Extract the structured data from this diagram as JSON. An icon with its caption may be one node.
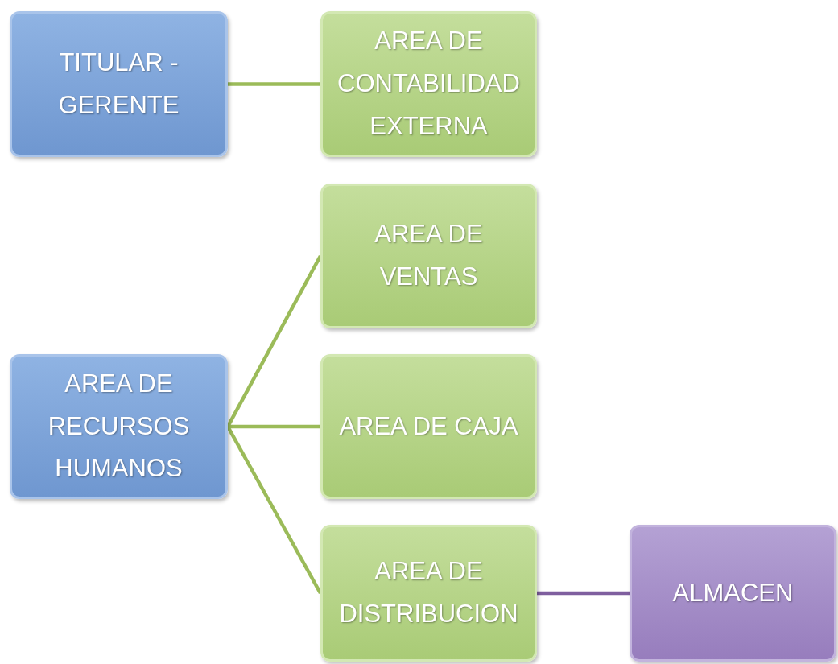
{
  "diagram": {
    "nodes": [
      {
        "text": [
          "TITULAR - GERENTE"
        ]
      },
      {
        "text": [
          "AREA DE CONTABILIDAD EXTERNA"
        ]
      },
      {
        "text": [
          "AREA DE RECURSOS HUMANOS"
        ]
      },
      {
        "text": [
          "AREA DE VENTAS"
        ]
      },
      {
        "text": [
          "AREA DE CAJA"
        ]
      },
      {
        "text": [
          "AREA DE DISTRIBUCION"
        ]
      },
      {
        "text": [
          "ALMACEN"
        ]
      }
    ],
    "edges": [
      {
        "from": 0,
        "to": 1,
        "arrow": "none"
      },
      {
        "from": 2,
        "to": 3,
        "arrow": "none"
      },
      {
        "from": 2,
        "to": 4,
        "arrow": "none"
      },
      {
        "from": 2,
        "to": 5,
        "arrow": "none"
      },
      {
        "from": 5,
        "to": 6,
        "arrow": "none",
        "color": "#7f5f9f"
      }
    ]
  }
}
